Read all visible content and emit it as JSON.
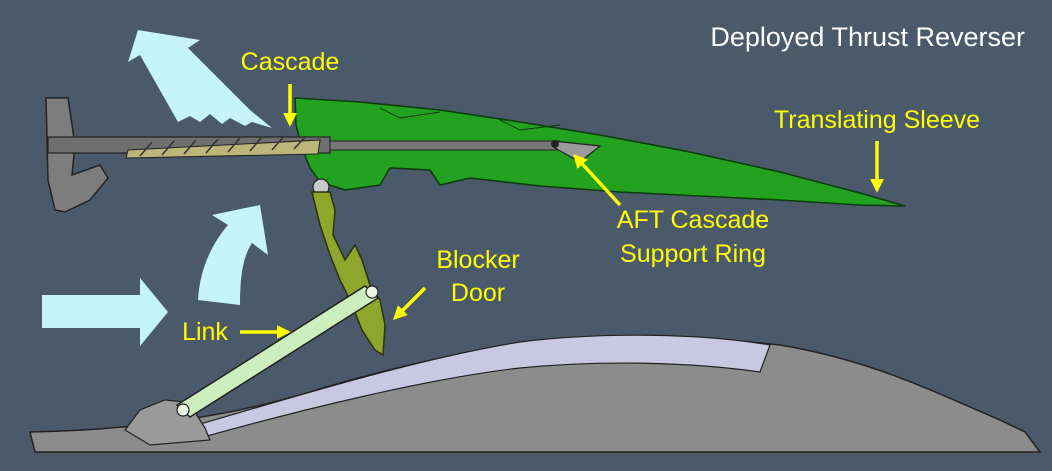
{
  "diagram": {
    "title": "Deployed Thrust Reverser",
    "labels": {
      "cascade": "Cascade",
      "translating_sleeve": "Translating Sleeve",
      "aft_ring_line1": "AFT Cascade",
      "aft_ring_line2": "Support Ring",
      "blocker_line1": "Blocker",
      "blocker_line2": "Door",
      "link": "Link"
    }
  },
  "colors": {
    "background": "#4b5a6a",
    "label_text": "#ffff00",
    "title_text": "#ffffff",
    "sleeve_green": "#22a21f",
    "blocker_door": "#8fa62c",
    "link_arm": "#cdeebd",
    "airflow_arrow": "#c5f4fb",
    "structure_gray": "#8a8a8a"
  }
}
